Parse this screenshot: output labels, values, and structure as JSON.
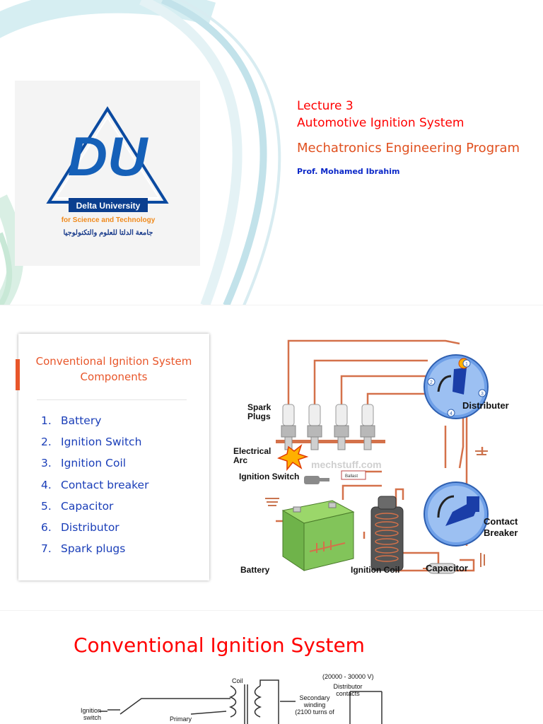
{
  "slide1": {
    "lecture": "Lecture 3",
    "topic": "Automotive Ignition System",
    "program": "Mechatronics Engineering Program",
    "author": "Prof. Mohamed Ibrahim",
    "logo": {
      "monogram": "DU",
      "name_en": "Delta University",
      "subtitle_en": "for Science and Technology",
      "name_ar": "جامعة الدلتا للعلوم والتكنولوجيا"
    },
    "colors": {
      "title": "#ff0000",
      "program": "#e0501f",
      "author": "#0b28c8"
    }
  },
  "slide2": {
    "card_title": "Conventional Ignition System Components",
    "components": [
      {
        "num": "1.",
        "label": "Battery"
      },
      {
        "num": "2.",
        "label": "Ignition Switch"
      },
      {
        "num": "3.",
        "label": "Ignition Coil"
      },
      {
        "num": "4.",
        "label": "Contact breaker"
      },
      {
        "num": "5.",
        "label": "Capacitor"
      },
      {
        "num": "6.",
        "label": "Distributor"
      },
      {
        "num": "7.",
        "label": "Spark plugs"
      }
    ],
    "diagram": {
      "spark_plugs": "Spark Plugs",
      "electrical_arc": "Electrical Arc",
      "ignition_switch": "Ignition Switch",
      "ballast": "Ballast",
      "distributer": "Distributer",
      "contact_breaker": "Contact Breaker",
      "battery": "Battery",
      "ignition_coil": "Ignition Coil",
      "capacitor": "Capacitor",
      "watermark": "mechstuff.com",
      "rotor_numbers": [
        "1",
        "2",
        "3",
        "4"
      ]
    }
  },
  "slide3": {
    "title": "Conventional Ignition System",
    "diagram": {
      "voltage": "(20000 - 30000 V)",
      "distributor_contacts": "Distributor contacts",
      "coil": "Coil",
      "secondary_winding": "Secondary winding (2100 turns of",
      "ignition_switch": "Ignition switch",
      "primary": "Primary"
    }
  }
}
